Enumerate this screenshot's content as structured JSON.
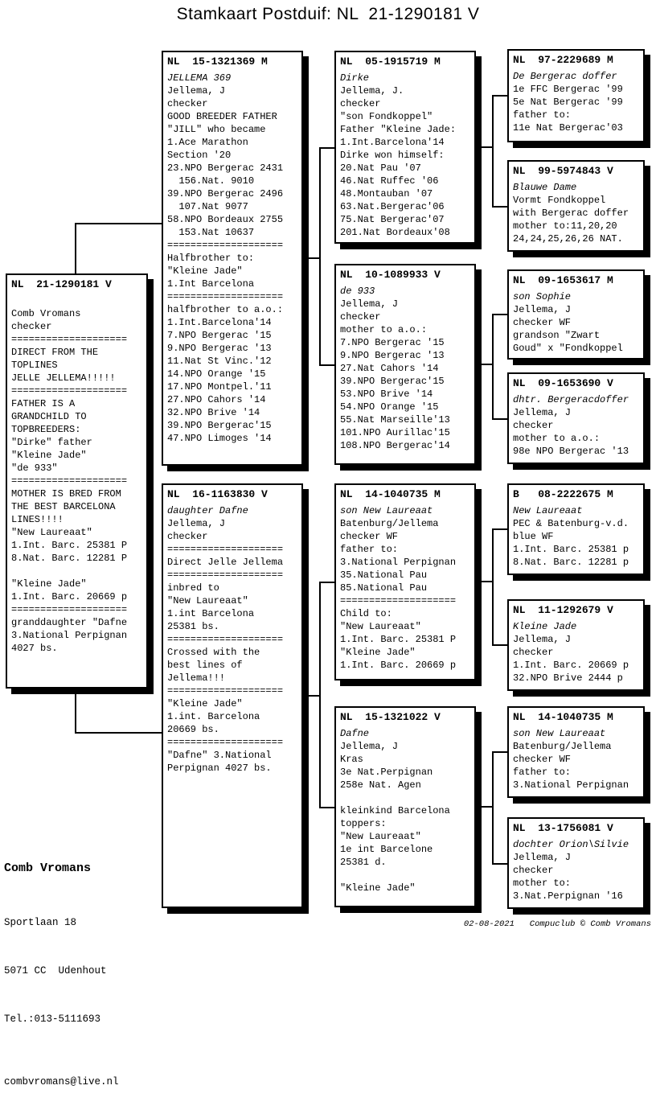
{
  "title": "Stamkaart Postduif: NL  21-1290181 V",
  "boxes": [
    {
      "id": "subject",
      "ring": "NL  21-1290181 V",
      "name": "",
      "lines": [
        "Comb Vromans",
        "checker",
        "====================",
        "DIRECT FROM THE",
        "TOPLINES",
        "JELLE JELLEMA!!!!!",
        "====================",
        "FATHER IS A",
        "GRANDCHILD TO",
        "TOPBREEDERS:",
        "\"Dirke\" father",
        "\"Kleine Jade\"",
        "\"de 933\"",
        "====================",
        "MOTHER IS BRED FROM",
        "THE BEST BARCELONA",
        "LINES!!!!",
        "\"New Laureaat\"",
        "1.Int. Barc. 25381 P",
        "8.Nat. Barc. 12281 P",
        "",
        "\"Kleine Jade\"",
        "1.Int. Barc. 20669 p",
        "====================",
        "granddaughter \"Dafne",
        "3.National Perpignan",
        "4027 bs."
      ]
    },
    {
      "id": "father",
      "ring": "NL  15-1321369 M",
      "name": "JELLEMA 369",
      "lines": [
        "Jellema, J",
        "checker",
        "GOOD BREEDER FATHER",
        "\"JILL\" who became",
        "1.Ace Marathon",
        "Section '20",
        "23.NPO Bergerac 2431",
        "  156.Nat. 9010",
        "39.NPO Bergerac 2496",
        "  107.Nat 9077",
        "58.NPO Bordeaux 2755",
        "  153.Nat 10637",
        "====================",
        "Halfbrother to:",
        "\"Kleine Jade\"",
        "1.Int Barcelona",
        "====================",
        "halfbrother to a.o.:",
        "1.Int.Barcelona'14",
        "7.NPO Bergerac '15",
        "9.NPO Bergerac '13",
        "11.Nat St Vinc.'12",
        "14.NPO Orange '15",
        "17.NPO Montpel.'11",
        "27.NPO Cahors '14",
        "32.NPO Brive '14",
        "39.NPO Bergerac'15",
        "47.NPO Limoges '14"
      ]
    },
    {
      "id": "mother",
      "ring": "NL  16-1163830 V",
      "name": "daughter Dafne",
      "lines": [
        "Jellema, J",
        "checker",
        "====================",
        "Direct Jelle Jellema",
        "====================",
        "inbred to",
        "\"New Laureaat\"",
        "1.int Barcelona",
        "25381 bs.",
        "====================",
        "Crossed with the",
        "best lines of",
        "Jellema!!!",
        "====================",
        "\"Kleine Jade\"",
        "1.int. Barcelona",
        "20669 bs.",
        "====================",
        "\"Dafne\" 3.National",
        "Perpignan 4027 bs."
      ]
    },
    {
      "id": "ff",
      "ring": "NL  05-1915719 M",
      "name": "Dirke",
      "lines": [
        "Jellema, J.",
        "checker",
        "\"son Fondkoppel\"",
        "Father \"Kleine Jade:",
        "1.Int.Barcelona'14",
        "Dirke won himself:",
        "20.Nat Pau '07",
        "46.Nat Ruffec '06",
        "48.Montauban '07",
        "63.Nat.Bergerac'06",
        "75.Nat Bergerac'07",
        "201.Nat Bordeaux'08"
      ]
    },
    {
      "id": "fm",
      "ring": "NL  10-1089933 V",
      "name": "de 933",
      "lines": [
        "Jellema, J",
        "checker",
        "mother to a.o.:",
        "7.NPO Bergerac '15",
        "9.NPO Bergerac '13",
        "27.Nat Cahors '14",
        "39.NPO Bergerac'15",
        "53.NPO Brive '14",
        "54.NPO Orange '15",
        "55.Nat Marseille'13",
        "101.NPO Aurillac'15",
        "108.NPO Bergerac'14"
      ]
    },
    {
      "id": "mf",
      "ring": "NL  14-1040735 M",
      "name": "son New Laureaat",
      "lines": [
        "Batenburg/Jellema",
        "checker WF",
        "father to:",
        "3.National Perpignan",
        "35.National Pau",
        "85.National Pau",
        "====================",
        "Child to:",
        "\"New Laureaat\"",
        "1.Int. Barc. 25381 P",
        "\"Kleine Jade\"",
        "1.Int. Barc. 20669 p"
      ]
    },
    {
      "id": "mm",
      "ring": "NL  15-1321022 V",
      "name": "Dafne",
      "lines": [
        "Jellema, J",
        "Kras",
        "3e Nat.Perpignan",
        "258e Nat. Agen",
        "",
        "kleinkind Barcelona",
        "toppers:",
        "\"New Laureaat\"",
        "1e int Barcelone",
        "25381 d.",
        "",
        "\"Kleine Jade\""
      ]
    },
    {
      "id": "fff",
      "ring": "NL  97-2229689 M",
      "name": "De Bergerac doffer",
      "lines": [
        "1e FFC Bergerac '99",
        "5e Nat Bergerac '99",
        "father to:",
        "11e Nat Bergerac'03"
      ]
    },
    {
      "id": "ffm",
      "ring": "NL  99-5974843 V",
      "name": "Blauwe Dame",
      "lines": [
        "Vormt Fondkoppel",
        "with Bergerac doffer",
        "mother to:11,20,20",
        "24,24,25,26,26 NAT."
      ]
    },
    {
      "id": "fmf",
      "ring": "NL  09-1653617 M",
      "name": "son Sophie",
      "lines": [
        "Jellema, J",
        "checker WF",
        "grandson \"Zwart",
        "Goud\" x \"Fondkoppel"
      ]
    },
    {
      "id": "fmm",
      "ring": "NL  09-1653690 V",
      "name": "dhtr. Bergeracdoffer",
      "lines": [
        "Jellema, J",
        "checker",
        "mother to a.o.:",
        "98e NPO Bergerac '13"
      ]
    },
    {
      "id": "mff",
      "ring": "B   08-2222675 M",
      "name": "New Laureaat",
      "lines": [
        "PEC & Batenburg-v.d.",
        "blue WF",
        "1.Int. Barc. 25381 p",
        "8.Nat. Barc. 12281 p"
      ]
    },
    {
      "id": "mfm",
      "ring": "NL  11-1292679 V",
      "name": "Kleine Jade",
      "lines": [
        "Jellema, J",
        "checker",
        "1.Int. Barc. 20669 p",
        "32.NPO Brive 2444 p"
      ]
    },
    {
      "id": "mmf",
      "ring": "NL  14-1040735 M",
      "name": "son New Laureaat",
      "lines": [
        "Batenburg/Jellema",
        "checker WF",
        "father to:",
        "3.National Perpignan"
      ]
    },
    {
      "id": "mmm",
      "ring": "NL  13-1756081 V",
      "name": "dochter Orion\\Silvie",
      "lines": [
        "Jellema, J",
        "checker",
        "mother to:",
        "3.Nat.Perpignan '16"
      ]
    }
  ],
  "footer": {
    "owner": "Comb Vromans",
    "address_line1": "Sportlaan 18",
    "address_line2": "5071 CC  Udenhout",
    "phone": "Tel.:013-5111693",
    "email": "combvromans@live.nl",
    "printed": "02-08-2021   Compuclub © Comb Vromans"
  }
}
